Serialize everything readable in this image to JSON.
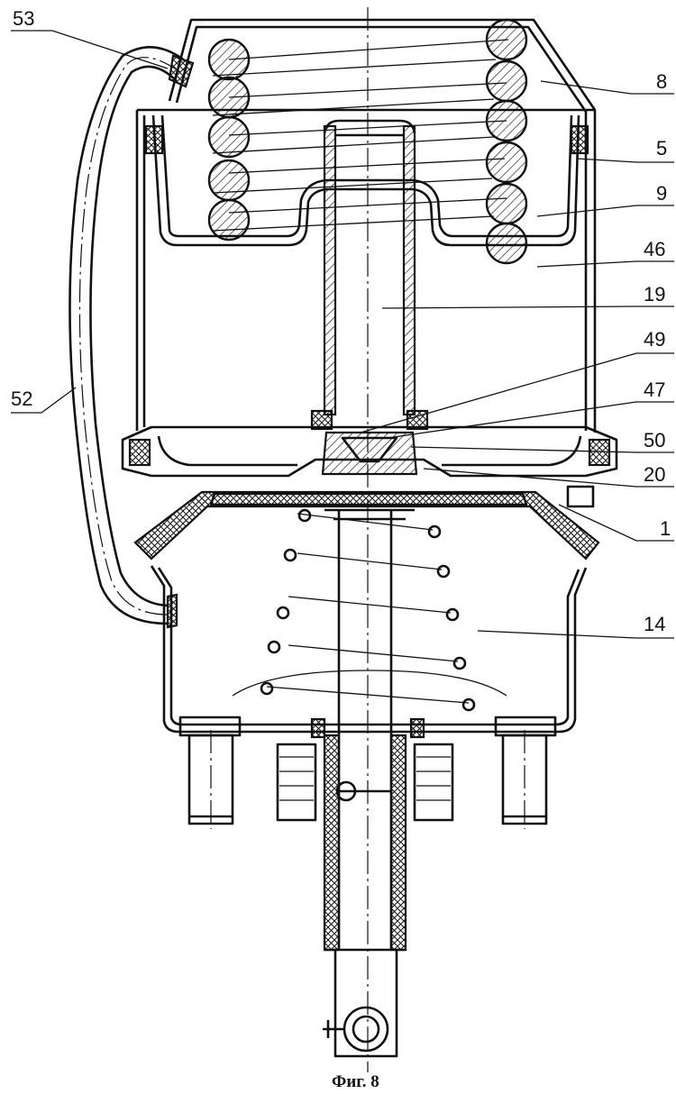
{
  "figure": {
    "caption": "Фиг. 8",
    "labels": {
      "l53": "53",
      "l8": "8",
      "l5": "5",
      "l9": "9",
      "l46": "46",
      "l19": "19",
      "l49": "49",
      "l47": "47",
      "l52": "52",
      "l50": "50",
      "l20": "20",
      "l1": "1",
      "l14": "14"
    }
  }
}
